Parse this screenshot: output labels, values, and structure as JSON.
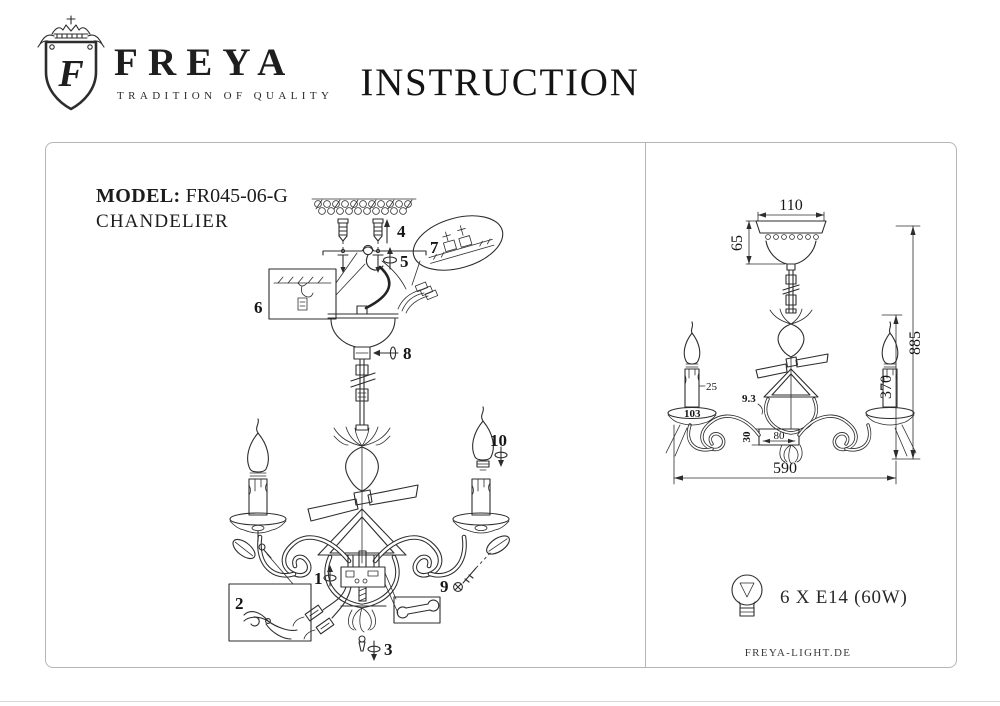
{
  "brand": {
    "name": "FREYA",
    "tagline": "TRADITION OF QUALITY",
    "monogram": "F"
  },
  "header": {
    "title": "INSTRUCTION"
  },
  "left_panel": {
    "model_label": "MODEL:",
    "model_value": "FR045-06-G",
    "product_type": "CHANDELIER",
    "callouts": {
      "c1": "1",
      "c2": "2",
      "c3": "3",
      "c4": "4",
      "c5": "5",
      "c6": "6",
      "c7": "7",
      "c8": "8",
      "c9": "9",
      "c10": "10"
    }
  },
  "right_panel": {
    "dims": {
      "canopy_width": "110",
      "canopy_height": "65",
      "overall_height": "885",
      "body_height": "370",
      "overall_width": "590",
      "candle_sleeve": "25",
      "bobeche": "103",
      "arm": "9.3",
      "hub_height": "30",
      "hub_width": "80"
    },
    "bulb_spec": "6 X E14 (60W)",
    "website": "FREYA-LIGHT.DE"
  },
  "colors": {
    "ink": "#2d2d2d",
    "border": "#b5b5b5",
    "paper": "#ffffff"
  }
}
